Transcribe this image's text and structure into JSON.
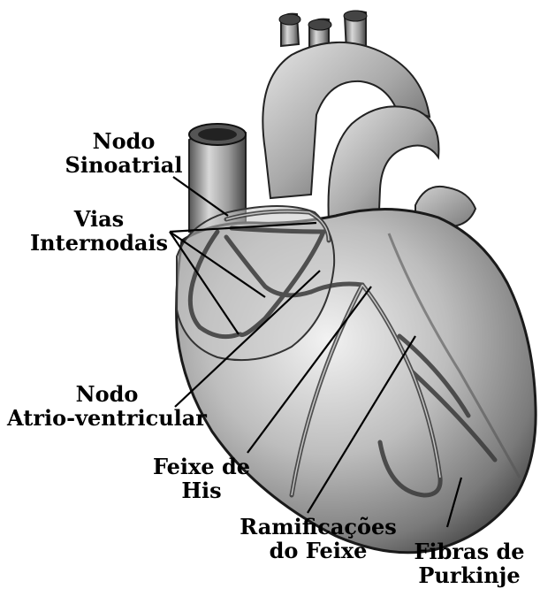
{
  "labels": {
    "sa_node": [
      "Nodo",
      "Sinoatrial"
    ],
    "internodal": [
      "Vias",
      "Internodais"
    ],
    "av_node": [
      "Nodo",
      "Atrio-ventricular"
    ],
    "his_bundle": [
      "Feixe de",
      "His"
    ],
    "bundle_branches": [
      "Ramificações",
      "do Feixe"
    ],
    "purkinje": [
      "Fibras de",
      "Purkinje"
    ]
  }
}
